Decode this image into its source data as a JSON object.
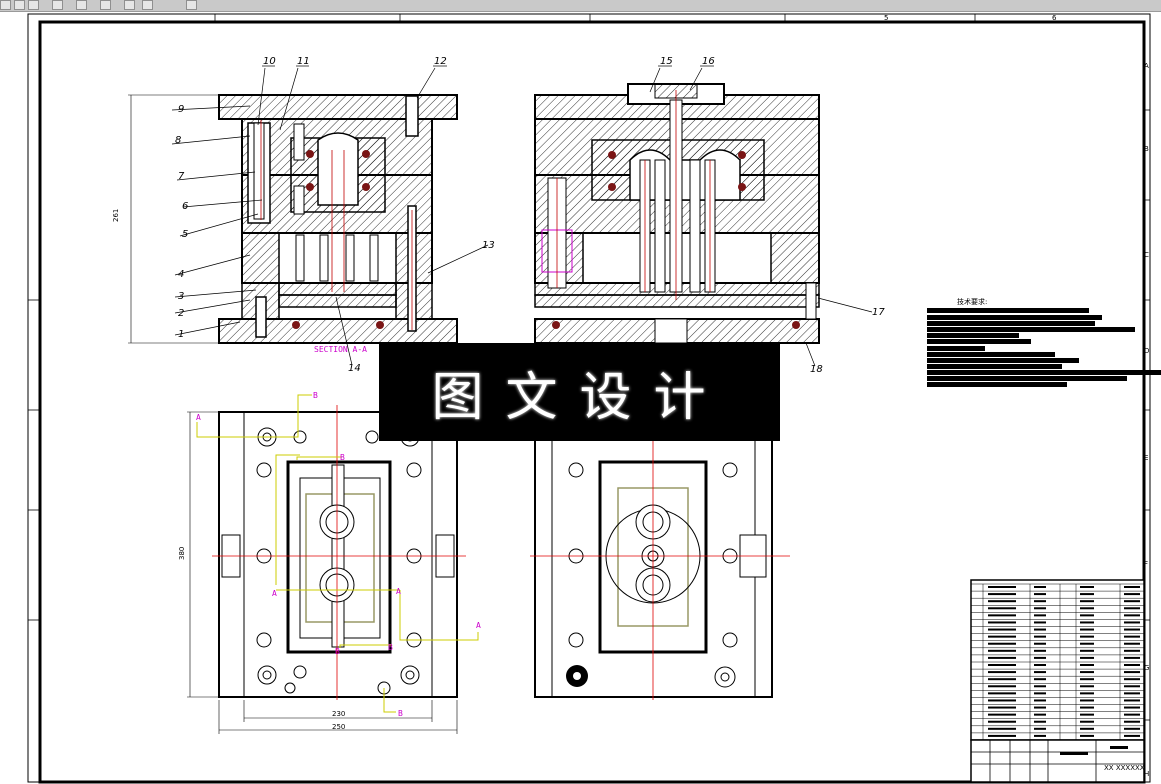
{
  "toolbar": {
    "buttons": [
      "btn1",
      "btn2",
      "btn3",
      "btn4",
      "btn5",
      "btn6",
      "btn7",
      "btn8",
      "btn9"
    ]
  },
  "frame": {
    "zone_numbers": [
      "5",
      "6"
    ],
    "zone_letters": [
      "A",
      "B",
      "C",
      "D",
      "E",
      "F",
      "G",
      "H"
    ]
  },
  "balloons": [
    "1",
    "2",
    "3",
    "4",
    "5",
    "6",
    "7",
    "8",
    "9",
    "10",
    "11",
    "12",
    "13",
    "14",
    "15",
    "16",
    "17",
    "18"
  ],
  "section_label": "SECTION  A-A",
  "section_marks": [
    "A",
    "B",
    "B",
    "A",
    "A",
    "B",
    "B",
    "A",
    "B"
  ],
  "dimensions": {
    "width_top": "230",
    "width_overall": "250",
    "height": "261",
    "height_plan": "380"
  },
  "tech_requirements_title": "技术要求:",
  "watermark": "图文设计",
  "title_block": {
    "drawing_no": "XX XXXXXX"
  },
  "colors": {
    "line": "#000000",
    "centerline": "#e00000",
    "dimension": "#cccc00",
    "section": "#cc00cc"
  }
}
